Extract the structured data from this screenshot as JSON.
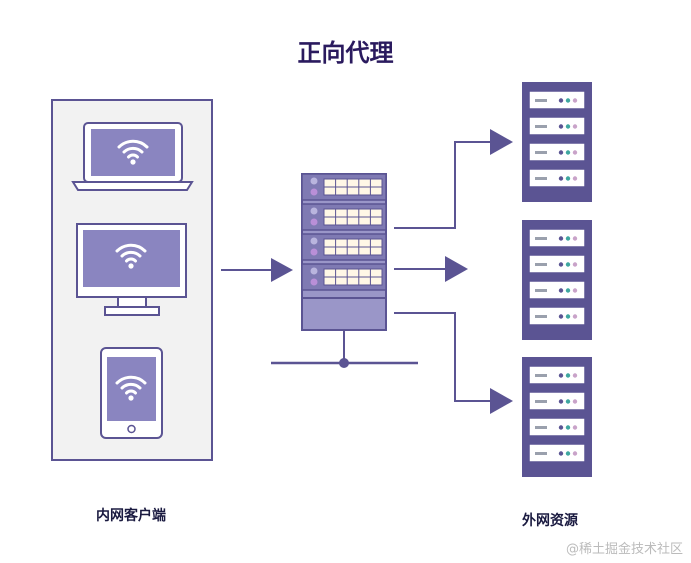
{
  "title": "正向代理",
  "labels": {
    "client": "内网客户端",
    "resource": "外网资源"
  },
  "watermark": "@稀土掘金技术社区",
  "colors": {
    "primary": "#5b5493",
    "fill": "#8a85c0",
    "panel": "#f2f2f2",
    "title": "#2a1a5e"
  },
  "icons": [
    "laptop-icon",
    "monitor-icon",
    "tablet-icon",
    "wifi-icon",
    "server-icon",
    "arrow-icon"
  ]
}
